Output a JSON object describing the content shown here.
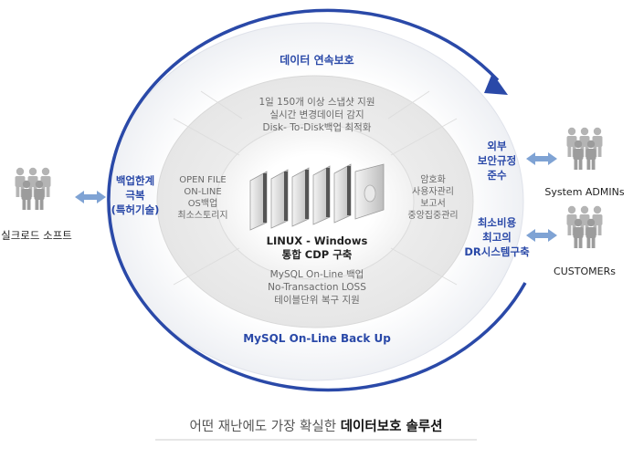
{
  "outer_ring": {
    "top_label": "데이터 연속보호",
    "bottom_label": "MySQL On-Line Back Up",
    "left_label": [
      "백업한계",
      "극복",
      "(특허기술)"
    ],
    "right_upper_label": [
      "외부",
      "보안규정",
      "준수"
    ],
    "right_lower_label": [
      "최소비용",
      "최고의",
      "DR시스템구축"
    ]
  },
  "middle_ring": {
    "top_lines": [
      "1일 150개 이상 스냅샷 지원",
      "실시간 변경데이터 감지",
      "Disk- To-Disk백업 최적화"
    ],
    "left_lines": [
      "OPEN FILE",
      "ON-LINE",
      "OS백업",
      "최소스토리지"
    ],
    "right_lines": [
      "암호화",
      "사용자관리",
      "보고서",
      "중앙집중관리"
    ],
    "bottom_lines": [
      "MySQL On-Line 백업",
      "No-Transaction LOSS",
      "테이블단위 복구 지원"
    ]
  },
  "center": {
    "lines": [
      "LINUX - Windows",
      "통합 CDP 구축"
    ]
  },
  "actors": {
    "left": "실크로드 소프트",
    "right_top": "System ADMINs",
    "right_bottom": "CUSTOMERs"
  },
  "footer": {
    "normal": "어떤 재난에도 가장 확실한 ",
    "bold": "데이터보호 솔루션"
  },
  "colors": {
    "accent_blue": "#2a49a8",
    "arrow_blue": "#7fa3d4",
    "people_gray": "#b4b4b4"
  }
}
